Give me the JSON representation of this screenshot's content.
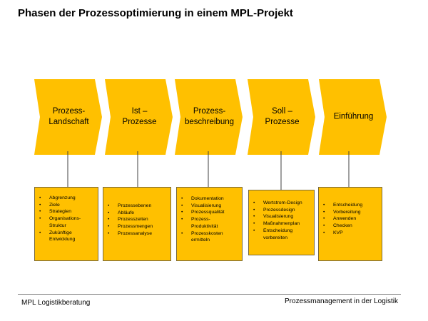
{
  "title": "Phasen der Prozessoptimierung  in einem MPL-Projekt",
  "colors": {
    "phase_fill": "#FFC000",
    "connector": "#404040"
  },
  "phases": [
    {
      "label": "Prozess-\nLandschaft",
      "items": [
        "Abgrenzung",
        "Ziele",
        "Strategien",
        "Organisations-\nStruktur",
        "Zukünftige\nEntwicklung"
      ]
    },
    {
      "label": "Ist –\nProzesse",
      "items": [
        "Prozessebenen",
        "Abläufe",
        "Prozesszeiten",
        "Prozessmengen",
        "Prozessanalyse"
      ]
    },
    {
      "label": "Prozess-\nbeschreibung",
      "items": [
        "Dokumentation",
        "Visualisierung",
        "Prozessqualität",
        "Prozess-\nProduktivität",
        "Prozesskosten\nermitteln"
      ]
    },
    {
      "label": "Soll –\nProzesse",
      "items": [
        "Wertstrom-Design",
        "Prozessdesign",
        "Visualisierung",
        "Maßnahmenplan",
        "Entscheidung\nvorbereiten"
      ]
    },
    {
      "label": "Einführung",
      "items": [
        "Entscheidung",
        "Vorbereitung",
        "Anwenden",
        "Checken",
        "KVP"
      ]
    }
  ],
  "footer": {
    "left": "MPL Logistikberatung",
    "right": "Prozessmanagement  in der Logistik"
  }
}
